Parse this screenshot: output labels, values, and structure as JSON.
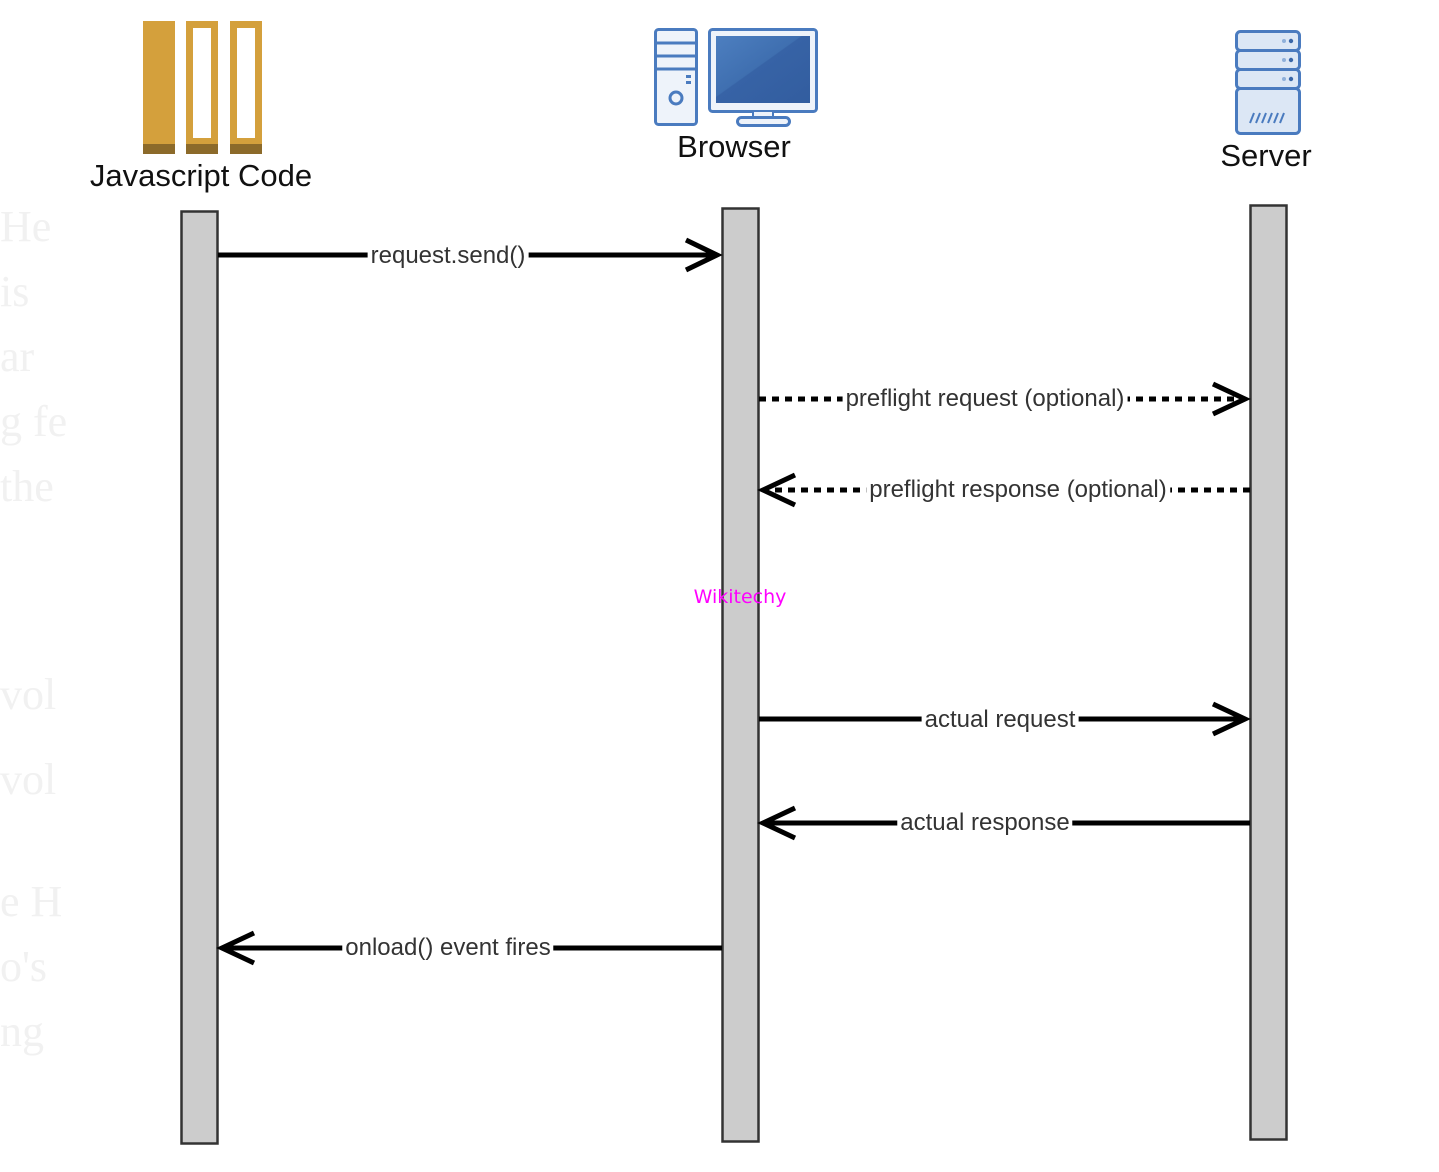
{
  "background_ghost_text": [
    "He",
    "is",
    "ar",
    "g fe",
    "the",
    "vol",
    "vol",
    "e H",
    "o's",
    "ng"
  ],
  "actors": [
    {
      "id": "js",
      "label": "Javascript Code",
      "icon": "books-icon"
    },
    {
      "id": "browser",
      "label": "Browser",
      "icon": "computer-icon"
    },
    {
      "id": "server",
      "label": "Server",
      "icon": "server-icon"
    }
  ],
  "messages": [
    {
      "label": "request.send()",
      "from": "js",
      "to": "browser",
      "style": "solid"
    },
    {
      "label": "preflight request (optional)",
      "from": "browser",
      "to": "server",
      "style": "dotted"
    },
    {
      "label": "preflight response (optional)",
      "from": "server",
      "to": "browser",
      "style": "dotted"
    },
    {
      "label": "actual request",
      "from": "browser",
      "to": "server",
      "style": "solid"
    },
    {
      "label": "actual response",
      "from": "server",
      "to": "browser",
      "style": "solid"
    },
    {
      "label": "onload() event fires",
      "from": "browser",
      "to": "js",
      "style": "solid"
    }
  ],
  "watermark": {
    "text": "Wikitechy",
    "color": "#ff00ff"
  },
  "colors": {
    "lifeline_fill": "#cccccc",
    "lifeline_stroke": "#333333",
    "arrow": "#000000",
    "books_gold": "#d4a03c",
    "books_dark": "#8c6a2a",
    "device_blue": "#4a7bbf",
    "screen_blue": "#3a67a8",
    "device_light": "#eef3fa"
  }
}
